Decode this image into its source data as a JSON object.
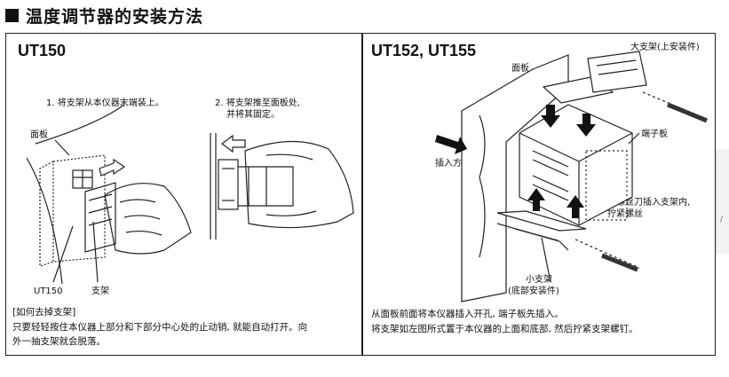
{
  "page": {
    "title": "温度调节器的安装方法"
  },
  "left": {
    "model": "UT150",
    "step1": "1. 将支架从本仪器末端装上。",
    "step2_line1": "2. 将支架推至面板处,",
    "step2_line2": "并将其固定。",
    "panel_label": "面板",
    "unit_label": "UT150",
    "bracket_label": "支架",
    "note_title": "[如何去掉支架]",
    "note_line1": "只要轻轻按住本仪器上部分和下部分中心处的止动销, 就能自动打开。向",
    "note_line2": "外一抽支架就会脱落。"
  },
  "right": {
    "model": "UT152, UT155",
    "panel_label": "面板",
    "large_bracket": "大支架(上安装件)",
    "terminal_board": "端子板",
    "insert_direction": "插入方向",
    "screwdriver_line1": "将螺丝刀插入支架内,",
    "screwdriver_line2": "拧紧螺丝",
    "small_bracket_line1": "小支架",
    "small_bracket_line2": "(底部安装件)",
    "caption_line1": "从面板前面将本仪器插入开孔, 端子板先插入。",
    "caption_line2": "将支架如左图所式置于本仪器的上面和底部, 然后拧紧支架螺钉。"
  },
  "sidebar": {
    "label": "/"
  }
}
